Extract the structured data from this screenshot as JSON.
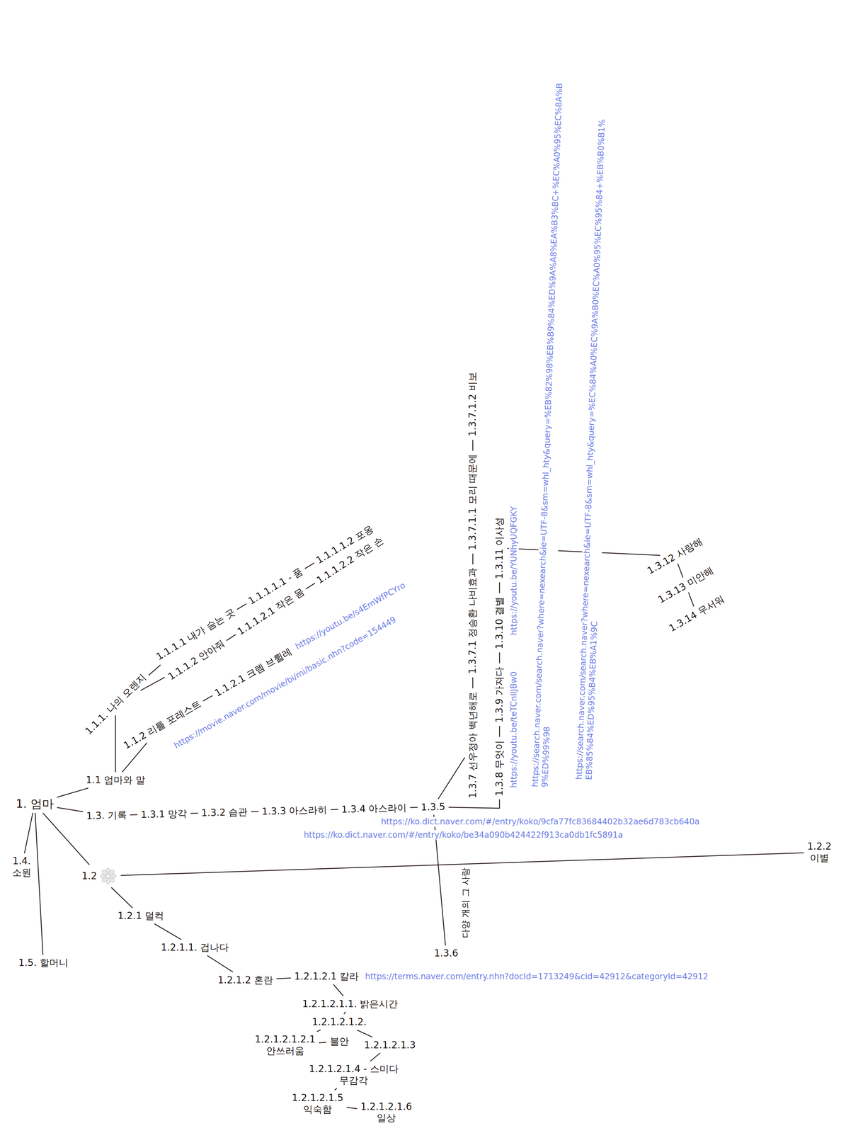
{
  "diagram": {
    "nodes": [
      {
        "text": [
          "1. 엄마"
        ]
      },
      {
        "text": [
          "1.1 엄마와 말"
        ]
      },
      {
        "text": [
          "1.1.1. 나의 오렌지"
        ]
      },
      {
        "text": [
          "1.1.1.1 내가 숨는 곳"
        ]
      },
      {
        "text": [
          "1.1.1.1.1 - 품"
        ]
      },
      {
        "text": [
          "1.1.1.1.2 포옹"
        ]
      },
      {
        "text": [
          "1.1.1.2 안아줘"
        ]
      },
      {
        "text": [
          "1.1.1.2.1 작은 몸"
        ]
      },
      {
        "text": [
          "1.1.1.2.2 작은 손"
        ]
      },
      {
        "text": [
          "1.1.2 리틀 포레스트"
        ]
      },
      {
        "text": [
          "1.1.2.1 크렘 브륄레"
        ]
      },
      {
        "text": [
          "1.3. 기록"
        ]
      },
      {
        "text": [
          "1.3.1 망각"
        ]
      },
      {
        "text": [
          "1.3.2 습관"
        ]
      },
      {
        "text": [
          "1.3.3 아스라히"
        ]
      },
      {
        "text": [
          "1.3.4 아스라이"
        ]
      },
      {
        "text": [
          "1.3.5"
        ]
      },
      {
        "text": [
          "1.3.6"
        ]
      },
      {
        "text": [
          "1.3.7 선우정아 백년해로"
        ]
      },
      {
        "text": [
          "1.3.7.1 정승환 나비효과"
        ]
      },
      {
        "text": [
          "1.3.7.1.1 모리 때문에"
        ]
      },
      {
        "text": [
          "1.3.7.1.2 비보"
        ]
      },
      {
        "text": [
          "1.3.8 무엇이"
        ]
      },
      {
        "text": [
          "1.3.9 가져다"
        ]
      },
      {
        "text": [
          "1.3.10 결별"
        ]
      },
      {
        "text": [
          "1.3.11 이사성"
        ]
      },
      {
        "text": [
          "1.3.12 사랑해"
        ]
      },
      {
        "text": [
          "1.3.13 미안해"
        ]
      },
      {
        "text": [
          "1.3.14 무서워"
        ]
      },
      {
        "text": [
          "1.2"
        ]
      },
      {
        "text": [
          "1.2.2",
          "이별"
        ]
      },
      {
        "text": [
          "1.2.1 덜컥"
        ]
      },
      {
        "text": [
          "1.2.1.1. 겁나다"
        ]
      },
      {
        "text": [
          "1.2.1.2 혼란"
        ]
      },
      {
        "text": [
          "1.2.1.2.1 칼라"
        ]
      },
      {
        "text": [
          "1.2.1.2.1.1. 밝은시간"
        ]
      },
      {
        "text": [
          "1.2.1.2.1.2."
        ]
      },
      {
        "text": [
          "1.2.1.2.1.2.1",
          "안쓰러움"
        ]
      },
      {
        "text": [
          "불안"
        ]
      },
      {
        "text": [
          "1.2.1.2.1.3"
        ]
      },
      {
        "text": [
          "1.2.1.2.1.4 - 스미다",
          "무감각"
        ]
      },
      {
        "text": [
          "1.2.1.2.1.5",
          "익숙함"
        ]
      },
      {
        "text": [
          "1.2.1.2.1.6",
          "일상"
        ]
      },
      {
        "text": [
          "1.4.",
          "소원"
        ]
      },
      {
        "text": [
          "1.5. 할머니"
        ]
      }
    ],
    "edges": [
      {
        "from": 0,
        "to": 1,
        "arrow": "none"
      },
      {
        "from": 0,
        "to": 11,
        "arrow": "none"
      },
      {
        "from": 0,
        "to": 29,
        "arrow": "none"
      },
      {
        "from": 0,
        "to": 43,
        "arrow": "none"
      },
      {
        "from": 0,
        "to": 44,
        "arrow": "none"
      },
      {
        "from": 1,
        "to": 2,
        "arrow": "none"
      },
      {
        "from": 1,
        "to": 9,
        "arrow": "none"
      },
      {
        "from": 2,
        "to": 3,
        "arrow": "none"
      },
      {
        "from": 2,
        "to": 6,
        "arrow": "none"
      },
      {
        "from": 3,
        "to": 4,
        "arrow": "none"
      },
      {
        "from": 4,
        "to": 5,
        "arrow": "none"
      },
      {
        "from": 6,
        "to": 7,
        "arrow": "none"
      },
      {
        "from": 7,
        "to": 8,
        "arrow": "none"
      },
      {
        "from": 9,
        "to": 10,
        "arrow": "none"
      },
      {
        "from": 11,
        "to": 12,
        "arrow": "none"
      },
      {
        "from": 12,
        "to": 13,
        "arrow": "none"
      },
      {
        "from": 13,
        "to": 14,
        "arrow": "none"
      },
      {
        "from": 14,
        "to": 15,
        "arrow": "none"
      },
      {
        "from": 15,
        "to": 16,
        "arrow": "none"
      },
      {
        "from": 16,
        "to": 17,
        "arrow": "none"
      },
      {
        "from": 16,
        "to": 18,
        "arrow": "none"
      },
      {
        "from": 18,
        "to": 19,
        "arrow": "none"
      },
      {
        "from": 19,
        "to": 20,
        "arrow": "none"
      },
      {
        "from": 20,
        "to": 21,
        "arrow": "none"
      },
      {
        "from": 16,
        "to": 22,
        "arrow": "none"
      },
      {
        "from": 22,
        "to": 23,
        "arrow": "none"
      },
      {
        "from": 23,
        "to": 24,
        "arrow": "none"
      },
      {
        "from": 24,
        "to": 25,
        "arrow": "none"
      },
      {
        "from": 25,
        "to": 26,
        "arrow": "none"
      },
      {
        "from": 26,
        "to": 27,
        "arrow": "none"
      },
      {
        "from": 27,
        "to": 28,
        "arrow": "none"
      },
      {
        "from": 29,
        "to": 30,
        "arrow": "none"
      },
      {
        "from": 29,
        "to": 31,
        "arrow": "none"
      },
      {
        "from": 31,
        "to": 32,
        "arrow": "none"
      },
      {
        "from": 32,
        "to": 33,
        "arrow": "none"
      },
      {
        "from": 33,
        "to": 34,
        "arrow": "none"
      },
      {
        "from": 34,
        "to": 35,
        "arrow": "none"
      },
      {
        "from": 35,
        "to": 36,
        "arrow": "none"
      },
      {
        "from": 36,
        "to": 37,
        "arrow": "none"
      },
      {
        "from": 37,
        "to": 38,
        "arrow": "none"
      },
      {
        "from": 36,
        "to": 39,
        "arrow": "none"
      },
      {
        "from": 39,
        "to": 40,
        "arrow": "none"
      },
      {
        "from": 40,
        "to": 41,
        "arrow": "none"
      },
      {
        "from": 41,
        "to": 42,
        "arrow": "none"
      }
    ],
    "labels": [
      "https://youtu.be/s4EmWfPCYro",
      "https://movie.naver.com/movie/bi/mi/basic.nhn?code=154449",
      "https://ko.dict.naver.com/#/entry/koko/9cfa77fc83684402b32ae6d783cb640a",
      "https://ko.dict.naver.com/#/entry/koko/be34a090b424422f913ca0db1fc5891a",
      "https://youtu.be/teTCnIlJBw0",
      "https://youtu.be/YUNhyUQFGKY",
      "https://search.naver.com/search.naver?where=nexearch&ie=UTF-8&sm=whl_hty&query=%EB%82%98%EB%B9%84%ED%9A%A8%EA%B3%BC+%EC%A0%95%EC%8A%B9%ED%99%98",
      "https://search.naver.com/search.naver?where=nexearch&ie=UTF-8&sm=whl_hty&query=%EC%84%A0%EC%9A%B0%EC%A0%95%EC%95%84+%EB%B0%B1%EB%85%84%ED%95%B4%EB%A1%9C",
      "https://terms.naver.com/entry.nhn?docId=1713249&cid=42912&categoryId=42912",
      "다양 개의 그 사랑"
    ]
  }
}
